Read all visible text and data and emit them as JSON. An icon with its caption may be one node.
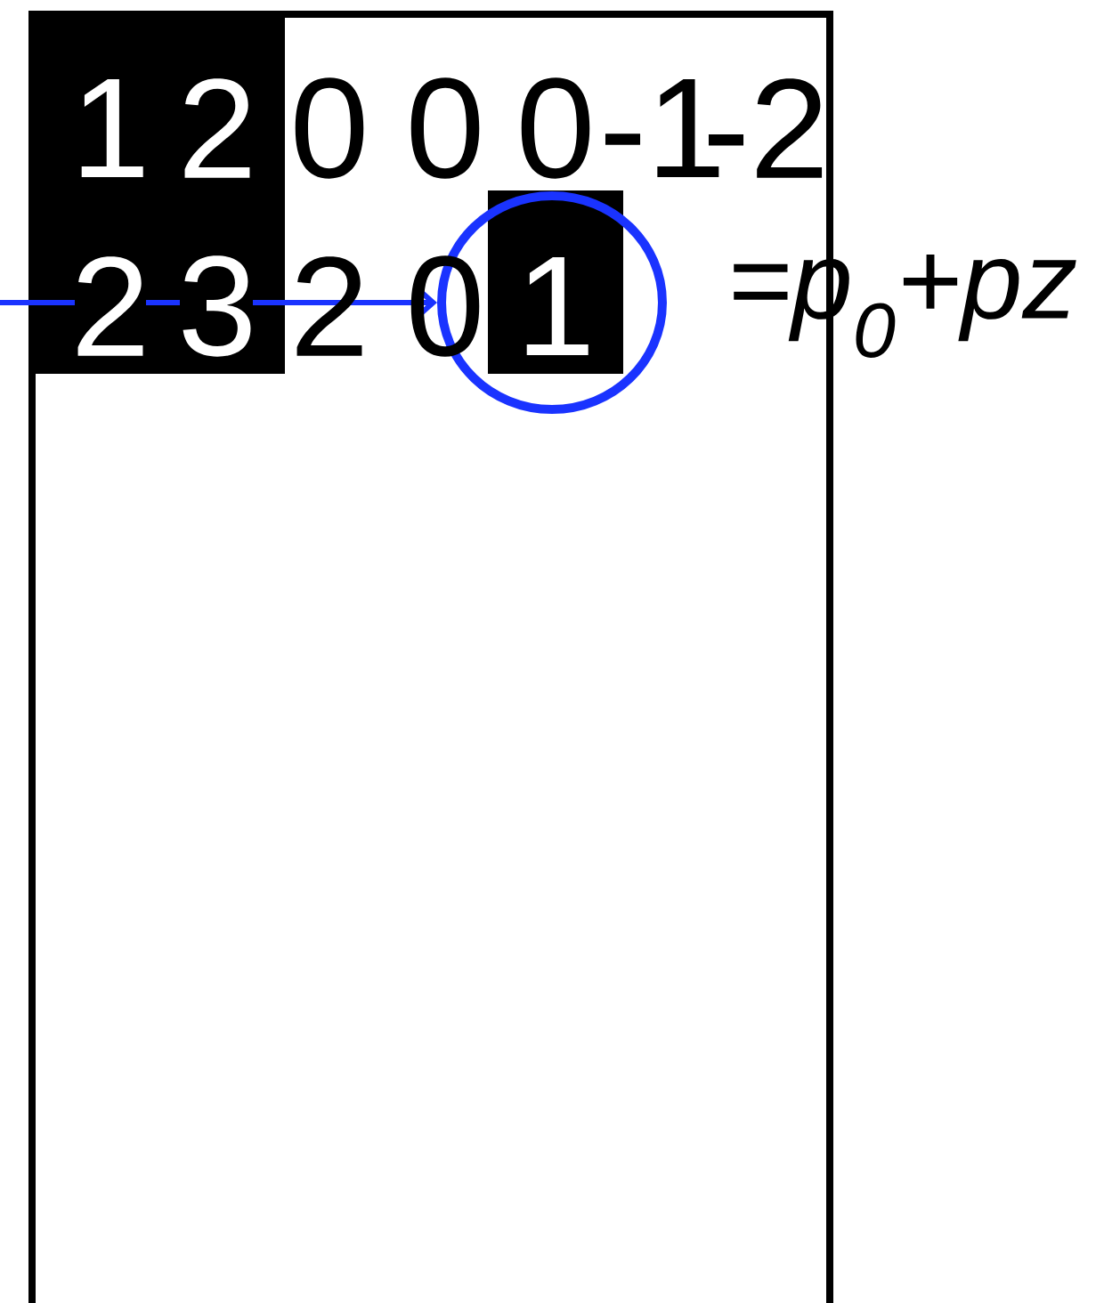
{
  "diagram": {
    "nodes": [
      {
        "text": [
          "1",
          "2",
          "2",
          "3"
        ]
      },
      {
        "text": [],
        "shape": "circle"
      },
      {
        "text": [
          "1"
        ],
        "in": 1
      }
    ],
    "edges": [
      {
        "from": null,
        "to": 1,
        "arrow": "to"
      }
    ],
    "labels": [
      "0",
      "0",
      "0",
      "-1",
      "-2",
      "2",
      "0",
      "=*p*$_{0}$*+pz*"
    ]
  }
}
